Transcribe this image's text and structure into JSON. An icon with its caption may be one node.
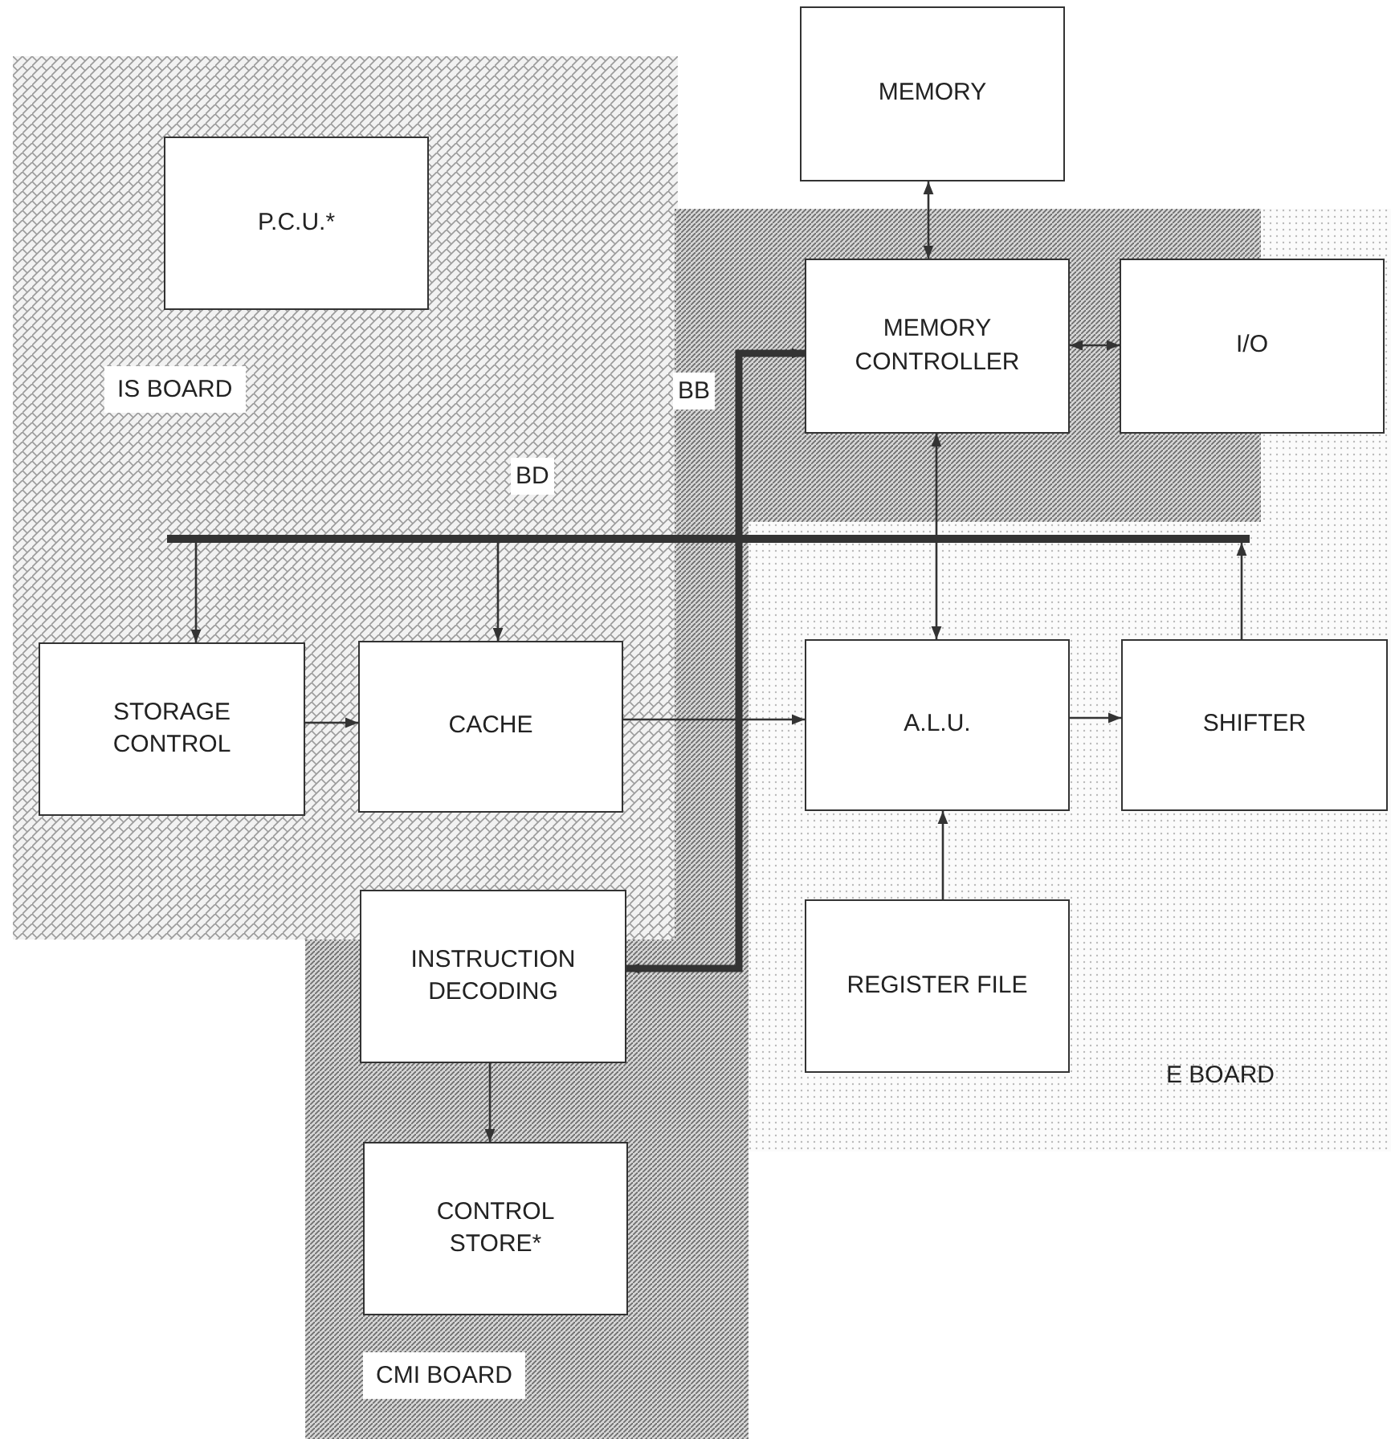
{
  "diagram": {
    "nodes": [
      {
        "text": [
          "MEMORY"
        ]
      },
      {
        "text": [
          "IS BOARD"
        ]
      },
      {
        "text": [
          "P.C.U.*"
        ],
        "in": 1
      },
      {
        "text": [
          "MEMORY CONTROLLER"
        ]
      },
      {
        "text": [
          "I/O"
        ],
        "in": 8
      },
      {
        "text": [],
        "shape": "bar"
      },
      {
        "text": [
          "STORAGE CONTROL"
        ],
        "in": 1
      },
      {
        "text": [
          "CACHE"
        ],
        "in": 1
      },
      {
        "text": [
          "E BOARD"
        ]
      },
      {
        "text": [
          "A.L.U."
        ],
        "in": 8
      },
      {
        "text": [
          "SHIFTER"
        ],
        "in": 8
      },
      {
        "text": [
          "INSTRUCTION DECODING"
        ],
        "in": 13
      },
      {
        "text": [
          "REGISTER FILE"
        ],
        "in": 8
      },
      {
        "text": [
          "CMI BOARD"
        ]
      },
      {
        "text": [
          "CONTROL STORE*"
        ],
        "in": 13
      }
    ],
    "edges": [
      {
        "from": 5,
        "to": 6,
        "arrow": "to"
      },
      {
        "from": 5,
        "to": 7,
        "arrow": "to"
      },
      {
        "from": 0,
        "to": 3,
        "arrow": "both"
      },
      {
        "from": 3,
        "to": 4,
        "arrow": "both"
      },
      {
        "from": 3,
        "to": 9,
        "arrow": "both"
      },
      {
        "from": 6,
        "to": 7,
        "arrow": "to"
      },
      {
        "from": 7,
        "to": 9,
        "arrow": "to"
      },
      {
        "from": 9,
        "to": 10,
        "arrow": "to"
      },
      {
        "from": 10,
        "to": 5,
        "arrow": "to"
      },
      {
        "from": 12,
        "to": 9,
        "arrow": "to"
      },
      {
        "from": 11,
        "to": 14,
        "arrow": "to"
      },
      {
        "from": 3,
        "to": 11,
        "arrow": "both",
        "style": "thick"
      }
    ],
    "labels": [
      "BB",
      "BD"
    ]
  }
}
